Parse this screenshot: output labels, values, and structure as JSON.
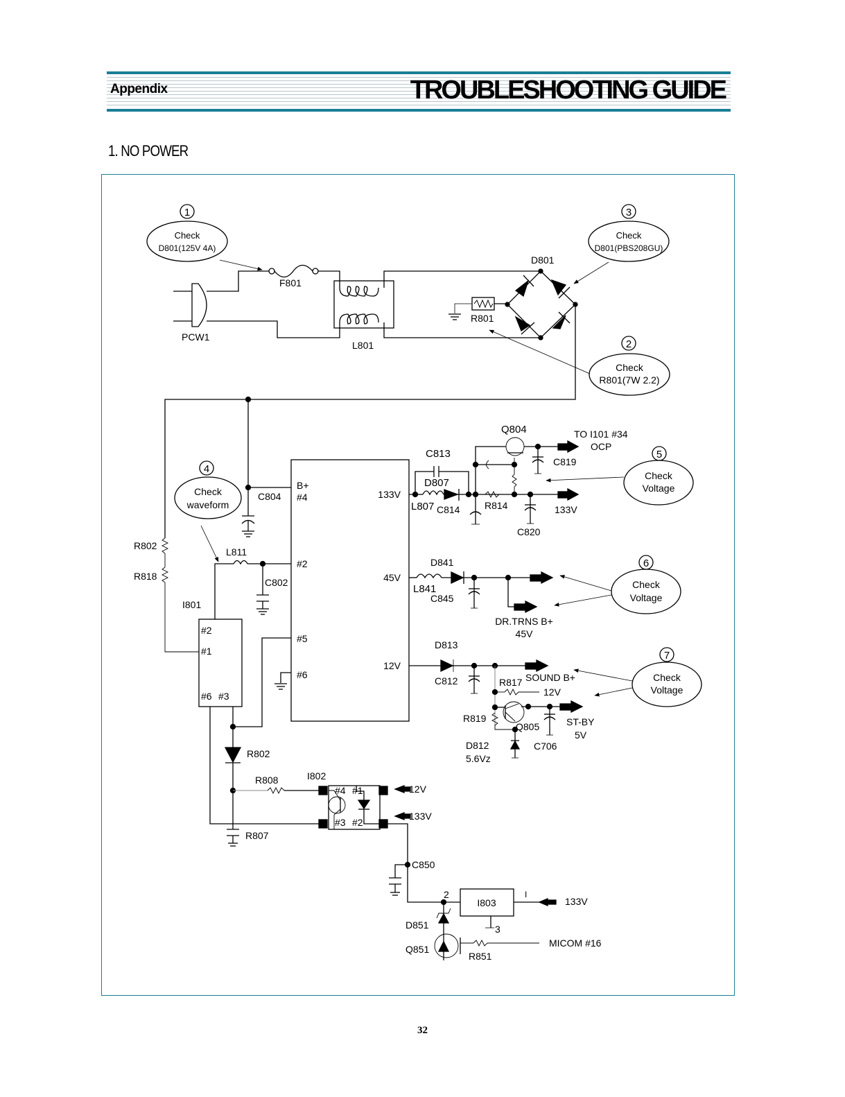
{
  "header": {
    "section": "Appendix",
    "title": "TROUBLESHOOTING GUIDE",
    "accent_color": "#1a7f96"
  },
  "section_title": "1. NO POWER",
  "checkpoints": [
    {
      "number": "1",
      "line1": "Check",
      "line2": "D801(125V 4A)"
    },
    {
      "number": "2",
      "line1": "Check",
      "line2": "R801(7W 2.2)"
    },
    {
      "number": "3",
      "line1": "Check",
      "line2": "D801(PBS208GU)"
    },
    {
      "number": "4",
      "line1": "Check",
      "line2": "waveform"
    },
    {
      "number": "5",
      "line1": "Check",
      "line2": "Voltage"
    },
    {
      "number": "6",
      "line1": "Check",
      "line2": "Voltage"
    },
    {
      "number": "7",
      "line1": "Check",
      "line2": "Voltage"
    }
  ],
  "components": {
    "pcw1": "PCW1",
    "f801": "F801",
    "l801": "L801",
    "d801": "D801",
    "r801": "R801",
    "r802a": "R802",
    "r818": "R818",
    "c804": "C804",
    "l811": "L811",
    "c802": "C802",
    "i801": "I801",
    "r802b": "R802",
    "r808": "R808",
    "r807": "R807",
    "i802": "I802",
    "c850": "C850",
    "i803": "I803",
    "d851": "D851",
    "q851": "Q851",
    "r851": "R851",
    "q804": "Q804",
    "c813": "C813",
    "d807": "D807",
    "l807": "L807",
    "c814": "C814",
    "r814": "R814",
    "c819": "C819",
    "c820": "C820",
    "d841": "D841",
    "l841": "L841",
    "c845": "C845",
    "d813": "D813",
    "c812": "C812",
    "r817": "R817",
    "r819": "R819",
    "q805": "Q805",
    "d812": "D812",
    "d812_val": "5.6Vz",
    "c706": "C706"
  },
  "pins": {
    "main_bplus": "B+",
    "main_p4": "#4",
    "main_p2": "#2",
    "main_p5": "#5",
    "main_p6": "#6",
    "main_133": "133V",
    "main_45": "45V",
    "main_12": "12V",
    "i801_p2": "#2",
    "i801_p1": "#1",
    "i801_p6": "#6",
    "i801_p3": "#3",
    "i802_p4": "#4",
    "i802_p1": "#1",
    "i802_p3": "#3",
    "i802_p2": "#2",
    "i803_p2": "2",
    "i803_p3": "3",
    "i803_p1": "I"
  },
  "outputs": {
    "to_i101": "TO I101 #34",
    "ocp": "OCP",
    "out_133": "133V",
    "dr_trns": "DR.TRNS B+",
    "dr_45": "45V",
    "sound": "SOUND B+",
    "sound_12": "12V",
    "stby": "ST-BY",
    "stby_5": "5V",
    "in_12": "12V",
    "in_133": "133V",
    "i803_133": "133V",
    "micom": "MICOM #16"
  },
  "page_number": "32"
}
